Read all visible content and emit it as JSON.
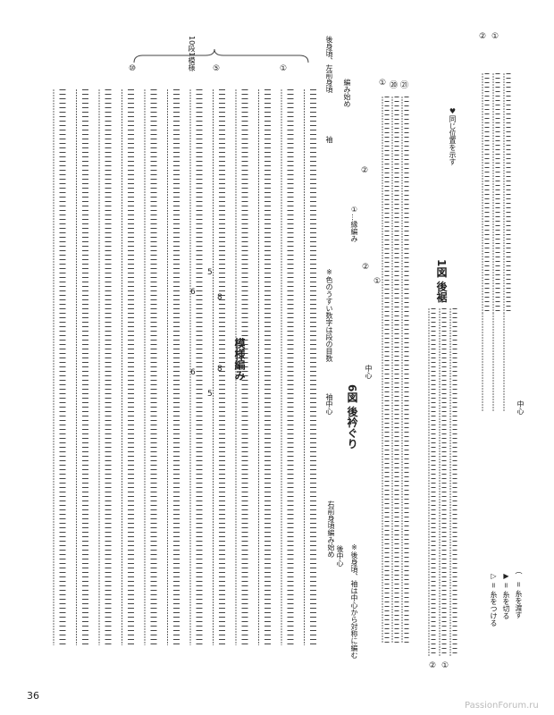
{
  "main_chart": {
    "title": "模様編み",
    "repeat_label": "10段1模様",
    "row_markers": [
      "⑩",
      "⑤",
      "①"
    ],
    "labels": {
      "back_left_front": "後身頃、左前身頃",
      "start": "編み始め",
      "sleeve": "袖",
      "note_numbers": "※色のうすい数字は段の目数",
      "sleeve_center": "袖中心",
      "right_front_start": "右前身頃編み始め",
      "back_center": "後中心",
      "note_symmetric": "※後身頃、袖は中心から対称に編む"
    },
    "stitch_counts": [
      "5",
      "6",
      "8",
      "8",
      "6",
      "5"
    ]
  },
  "figure6": {
    "title": "6図 後衿ぐり",
    "center": "中心",
    "edge_label": "①…縁編み",
    "row_markers": [
      "①",
      "⑳",
      "㉑",
      "②",
      "②",
      "①"
    ]
  },
  "figure1": {
    "title": "1図 後裾",
    "center": "中心",
    "heart_note": "♥同じ位置を示す",
    "row_markers": [
      "②",
      "①",
      "②",
      "①"
    ]
  },
  "legend": [
    "▷ = 糸をつける",
    "▶ = 糸を切る",
    "⌒ = 糸を渡す"
  ],
  "page_number": "36",
  "watermark": "PassionForum.ru"
}
